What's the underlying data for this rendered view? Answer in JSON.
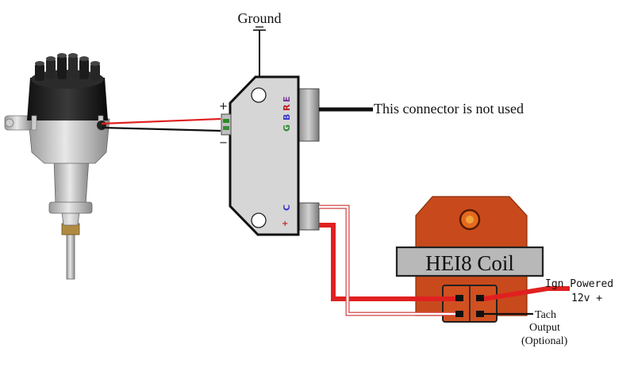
{
  "labels": {
    "ground": "Ground",
    "unused_connector": "This connector is not used",
    "coil_name": "HEI8 Coil",
    "ign_powered": "Ign Powered",
    "ign_voltage": "12v +",
    "tach": "Tach",
    "tach_output": "Output",
    "tach_optional": "(Optional)"
  },
  "module_pins": {
    "G": "G",
    "B": "B",
    "R": "R",
    "E": "E",
    "C": "C",
    "plus": "+",
    "minus": "−",
    "pickup_plus": "+",
    "pickup_minus": "−"
  },
  "colors": {
    "wire_red": "#e02020",
    "wire_black": "#111111",
    "coil_body": "#c84a1c",
    "module_body": "#d6d6d6",
    "pin_G": "#2a8a2a",
    "pin_B": "#3a3acf",
    "pin_R": "#c02020",
    "pin_E": "#7a3a9a"
  }
}
